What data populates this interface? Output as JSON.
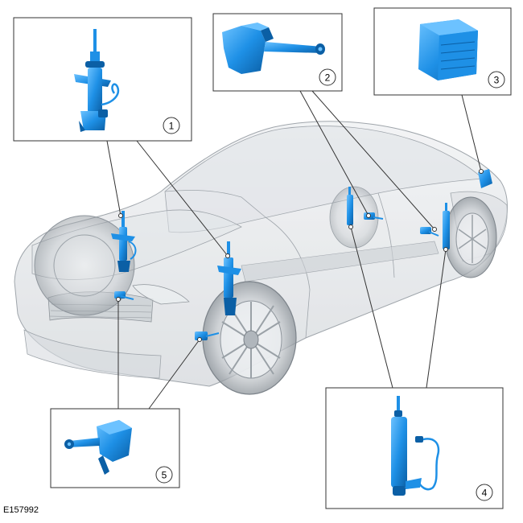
{
  "figure_id": "E157992",
  "callouts": [
    {
      "number": "1",
      "component": "front strut with ride height sensor"
    },
    {
      "number": "2",
      "component": "rear height sensor"
    },
    {
      "number": "3",
      "component": "control module"
    },
    {
      "number": "4",
      "component": "rear shock absorber"
    },
    {
      "number": "5",
      "component": "front height sensor"
    }
  ],
  "colors": {
    "component": "#1e90e6",
    "component_dark": "#0b5fa5",
    "component_light": "#6cc2ff",
    "car_ghost": "#c9ced3",
    "car_line": "#8f969d",
    "box_border": "#333333",
    "leader": "#333333"
  }
}
